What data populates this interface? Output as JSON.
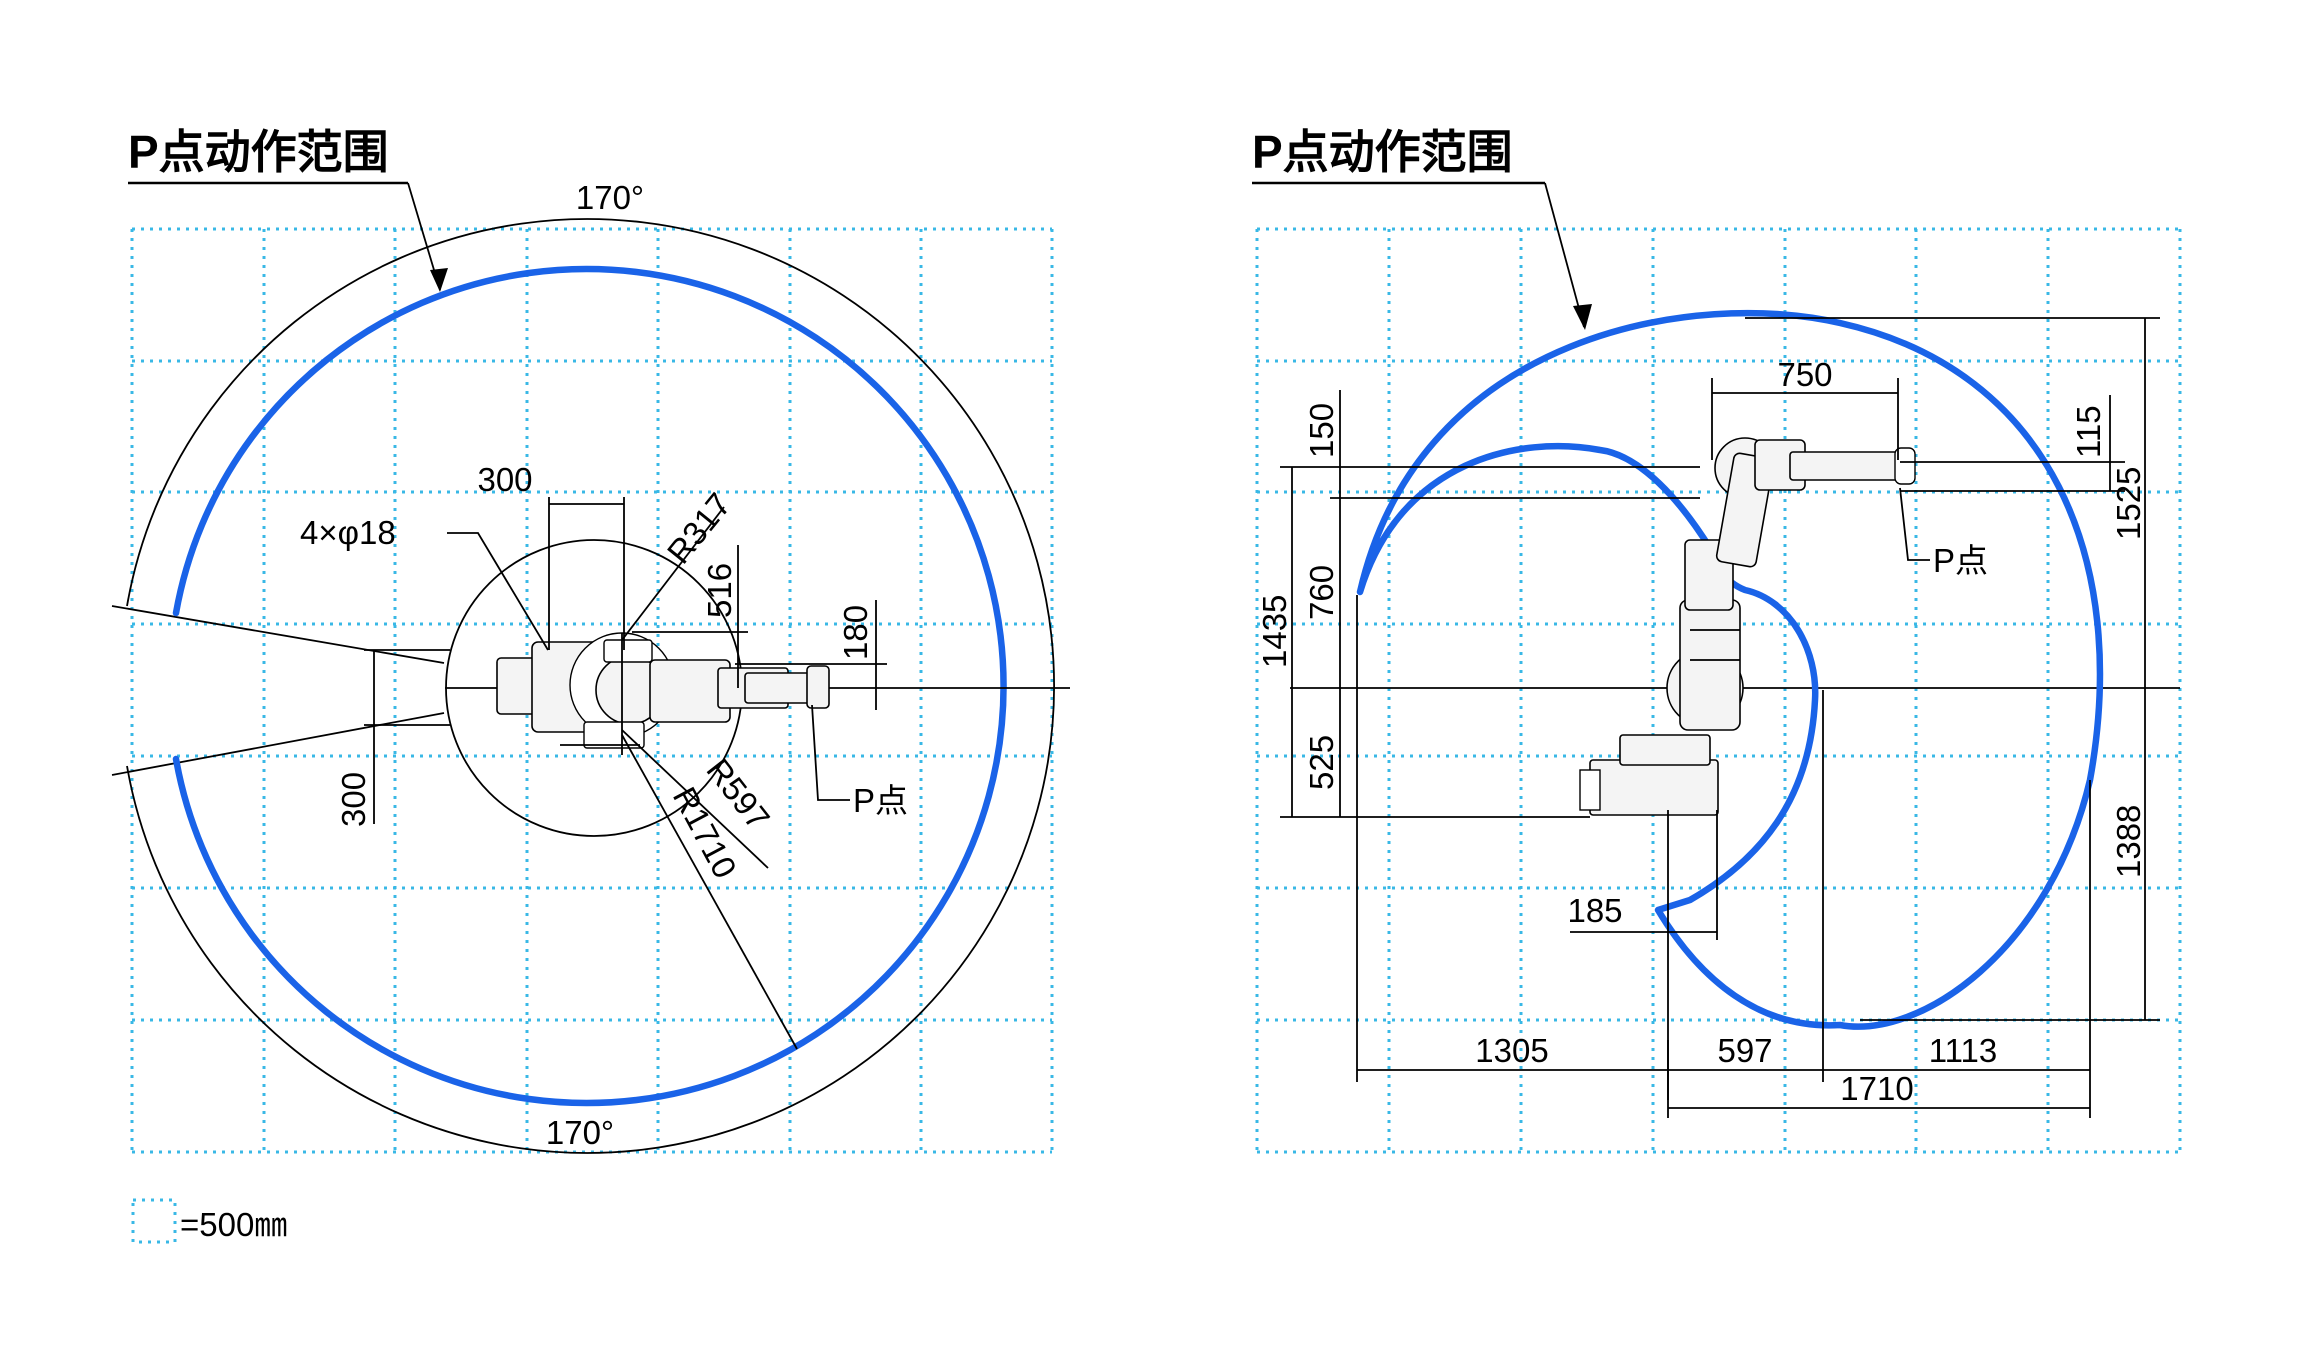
{
  "colors": {
    "envelope": "#1a63e8",
    "grid": "#39b8e6",
    "lines": "#000000"
  },
  "left_view": {
    "title": "P点动作范围",
    "angle_top": "170°",
    "angle_bottom": "170°",
    "dim_300_top": "300",
    "holes": "4×φ18",
    "r317": "R317",
    "d516": "516",
    "d180": "180",
    "r597": "R597",
    "r1710": "R1710",
    "p_point": "P点",
    "dim_300_left": "300"
  },
  "right_view": {
    "title": "P点动作范围",
    "d750": "750",
    "d115": "115",
    "d1525": "1525",
    "p_point": "P点",
    "d150": "150",
    "d1435": "1435",
    "d760": "760",
    "d525": "525",
    "d1388": "1388",
    "d185": "185",
    "d1305": "1305",
    "d597": "597",
    "d1113": "1113",
    "d1710": "1710"
  },
  "legend": {
    "text": "=500㎜"
  }
}
